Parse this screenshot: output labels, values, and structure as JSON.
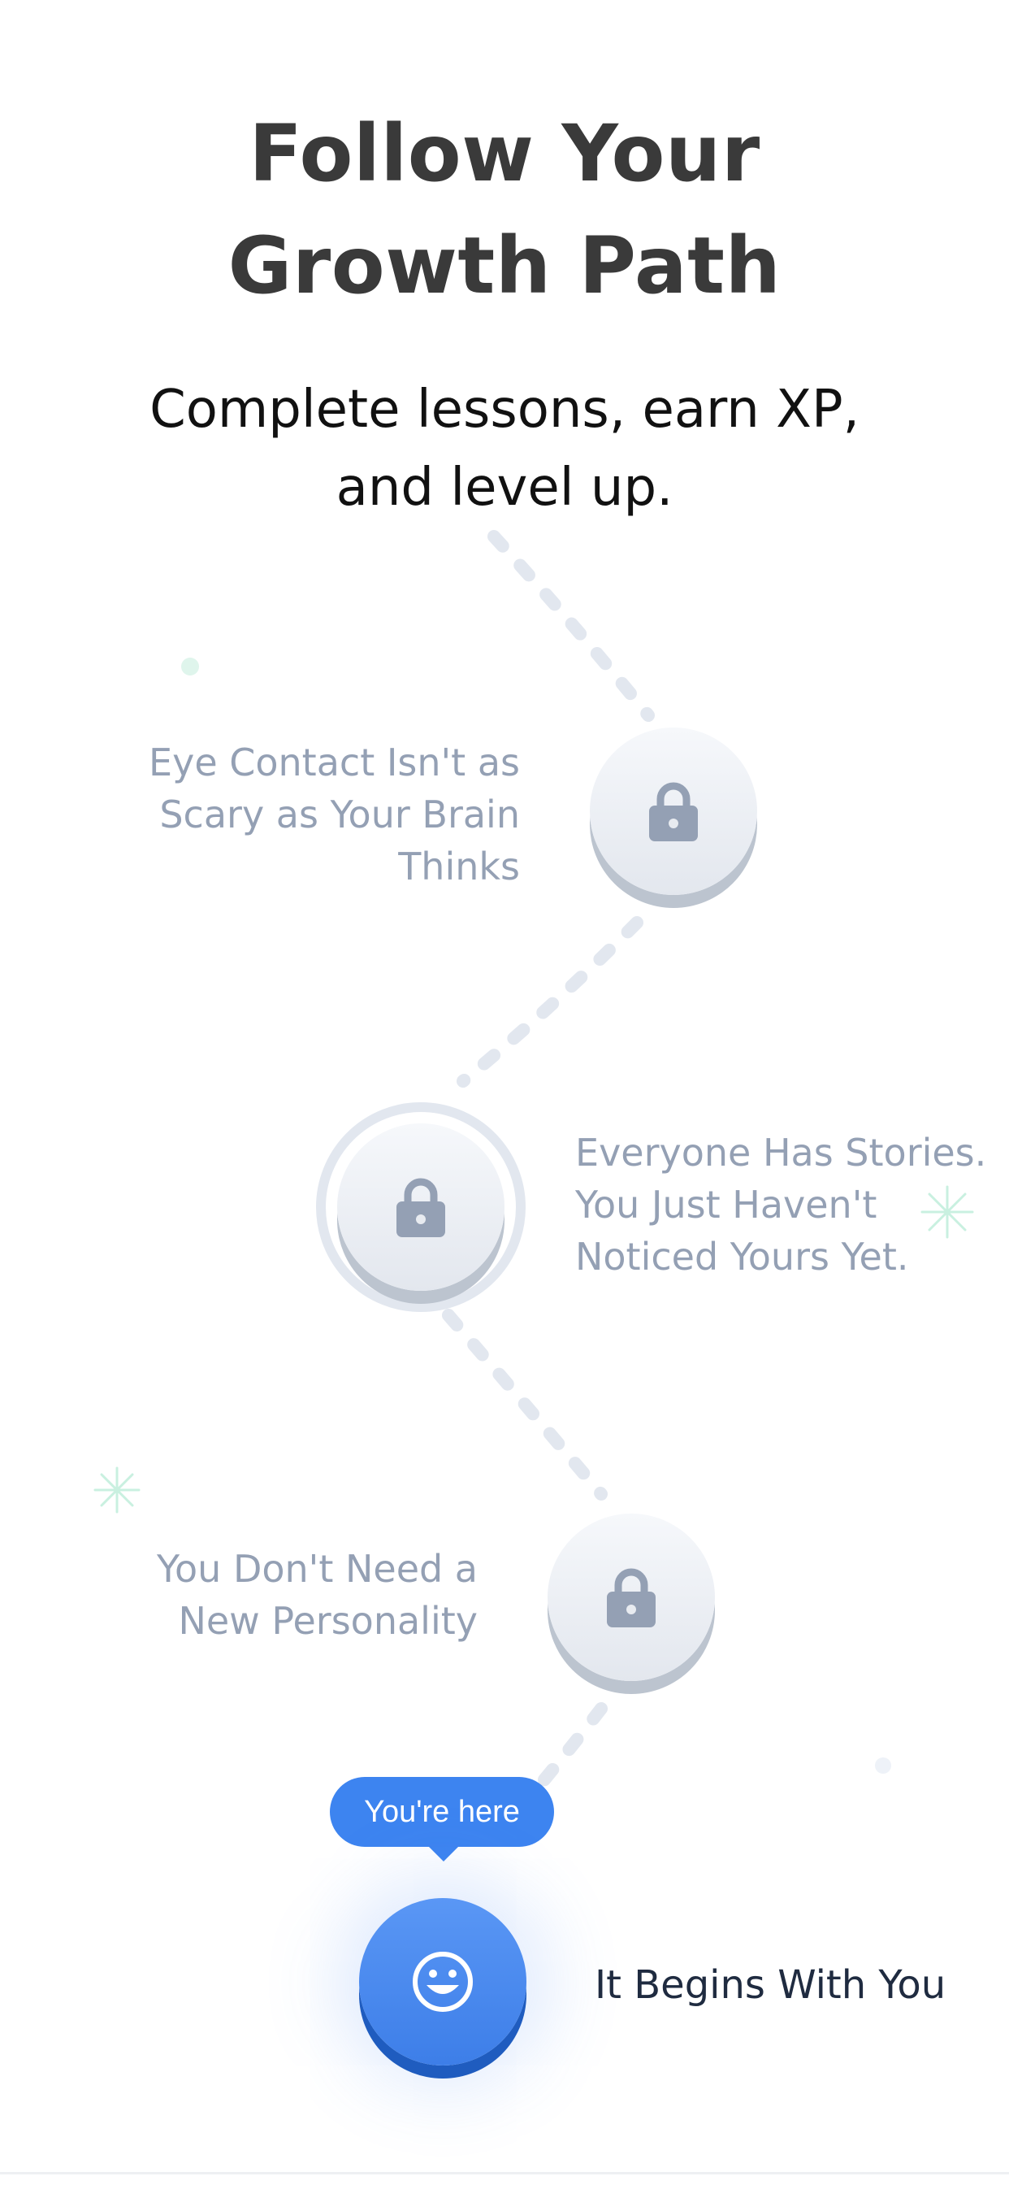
{
  "header": {
    "title_line1": "Follow Your",
    "title_line2": "Growth Path",
    "subtitle_line1": "Complete lessons, earn XP,",
    "subtitle_line2": "and level up."
  },
  "path": {
    "lessons": [
      {
        "label_lines": [
          "Eye Contact Isn't as",
          "Scary as Your Brain",
          "Thinks"
        ],
        "state": "locked",
        "icon": "lock-icon"
      },
      {
        "label_lines": [
          "Everyone Has Stories.",
          "You Just Haven't",
          "Noticed Yours Yet."
        ],
        "state": "locked",
        "icon": "lock-icon"
      },
      {
        "label_lines": [
          "You Don't Need a",
          "New Personality"
        ],
        "state": "locked",
        "icon": "lock-icon"
      }
    ],
    "current": {
      "badge": "You're here",
      "label": "It Begins With You",
      "icon": "smiley-face-icon"
    }
  },
  "colors": {
    "accent": "#3d84f0",
    "locked_node": "#e8ebf0",
    "locked_text": "#94a0b4",
    "lock_icon": "#94a0b4",
    "sparkle": "#c9f0e0"
  }
}
